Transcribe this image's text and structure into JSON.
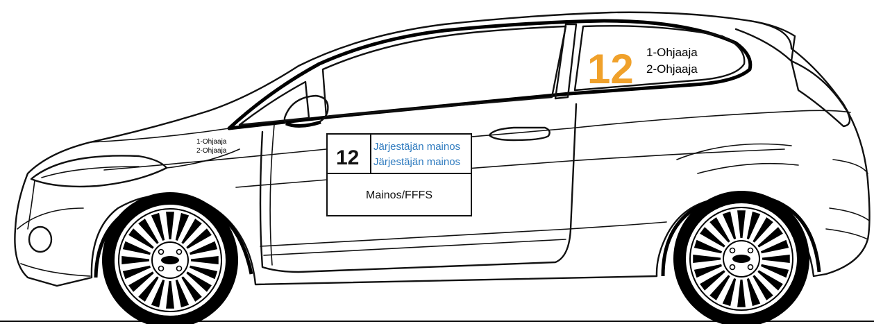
{
  "rear_window": {
    "number": "12",
    "driver1": "1-Ohjaaja",
    "driver2": "2-Ohjaaja",
    "number_color": "#f0a12b"
  },
  "front_fender": {
    "driver1": "1-Ohjaaja",
    "driver2": "2-Ohjaaja"
  },
  "door_panel": {
    "number": "12",
    "organizer_ad_1": "Järjestäjän mainos",
    "organizer_ad_2": "Järjestäjän mainos",
    "sponsor_ad": "Mainos/FFFS",
    "organizer_color": "#2f7bbf"
  }
}
